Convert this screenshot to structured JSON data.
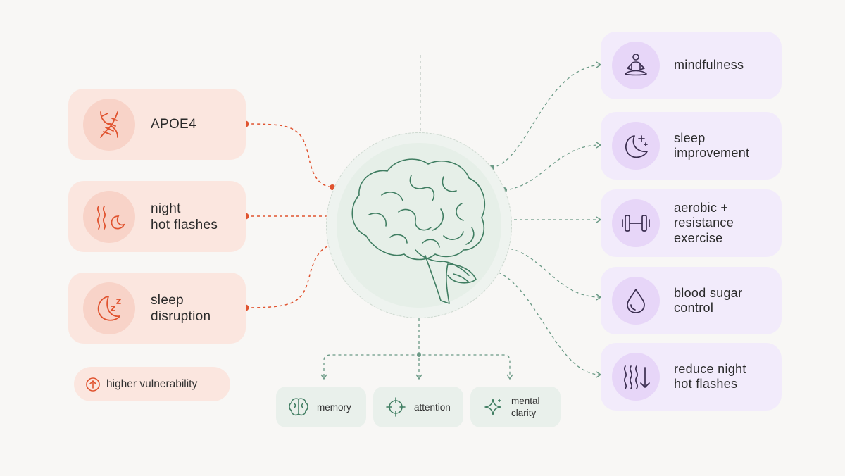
{
  "risk_factors": [
    {
      "lines": [
        "APOE4"
      ],
      "icon": "dna-icon"
    },
    {
      "lines": [
        "night",
        "hot flashes"
      ],
      "icon": "heat-moon-icon"
    },
    {
      "lines": [
        "sleep",
        "disruption"
      ],
      "icon": "sleep-moon-icon"
    }
  ],
  "protective": [
    {
      "lines": [
        "mindfulness"
      ],
      "icon": "meditation-icon"
    },
    {
      "lines": [
        "sleep",
        "improvement"
      ],
      "icon": "moon-stars-icon"
    },
    {
      "lines": [
        "aerobic +",
        "resistance",
        "exercise"
      ],
      "icon": "dumbbell-icon"
    },
    {
      "lines": [
        "blood sugar",
        "control"
      ],
      "icon": "droplet-icon"
    },
    {
      "lines": [
        "reduce night",
        "hot flashes"
      ],
      "icon": "heat-down-icon"
    }
  ],
  "outcomes": [
    {
      "lines": [
        "memory"
      ],
      "icon": "brain-small-icon"
    },
    {
      "lines": [
        "attention"
      ],
      "icon": "target-icon"
    },
    {
      "lines": [
        "mental",
        "clarity"
      ],
      "icon": "sparkle-icon"
    }
  ],
  "legend": {
    "label": "higher vulnerability",
    "icon": "arrow-up-circle-icon"
  },
  "colors": {
    "risk": "#e0532f",
    "risk_bg": "#fbe6df",
    "protective": "#7b5ea8",
    "protective_bg": "#f2ebfb",
    "outcome": "#3f7d61",
    "outcome_bg": "#e9f0eb",
    "connector_green": "#6b9a86"
  }
}
